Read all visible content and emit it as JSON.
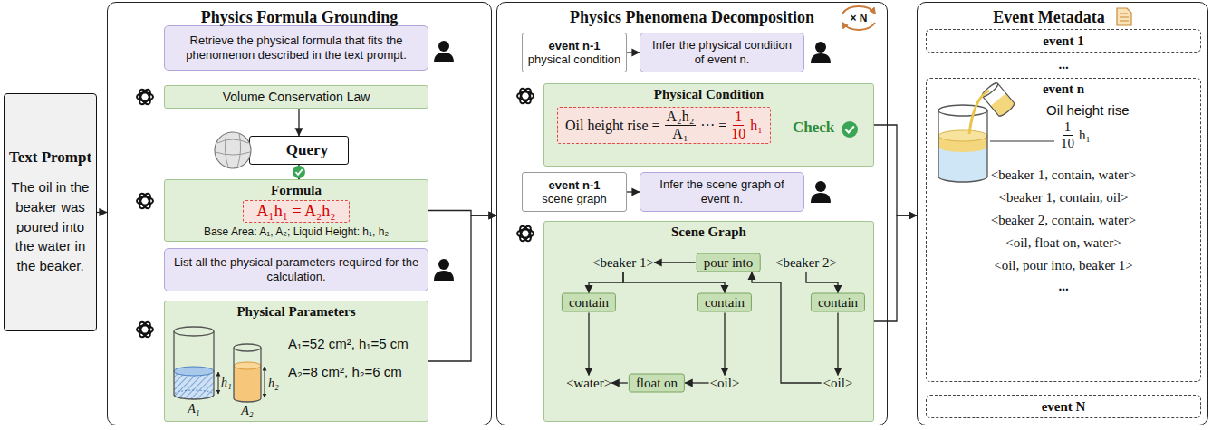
{
  "diagram": {
    "nodes": [
      {
        "text": [
          "Text Prompt",
          "The oil in the beaker was poured into the water in the beaker."
        ]
      },
      {
        "text": [
          "Physics Formula Grounding"
        ]
      },
      {
        "text": [
          "Retrieve the physical formula that fits the phenomenon described in the text prompt."
        ],
        "in": 1
      },
      {
        "text": [
          "Volume Conservation Law"
        ],
        "in": 1
      },
      {
        "text": [
          "Query"
        ],
        "in": 1
      },
      {
        "text": [
          "Formula",
          "Base Area: A₁, A₂; Liquid Height: h₁, h₂"
        ],
        "in": 1
      },
      {
        "text": [
          "A₁h₁ = A₂h₂"
        ],
        "in": 5
      },
      {
        "text": [
          "List all the physical parameters required for the calculation."
        ],
        "in": 1
      },
      {
        "text": [
          "Physical Parameters",
          "A₁=52 cm², h₁=5 cm",
          "A₂=8 cm², h₂=6 cm"
        ],
        "in": 1
      },
      {
        "text": [
          "Physics Phenomena Decomposition"
        ]
      },
      {
        "text": [
          "event n-1",
          "physical condition"
        ],
        "in": 9
      },
      {
        "text": [
          "Infer the physical condition of event n."
        ],
        "in": 9
      },
      {
        "text": [
          "Physical Condition",
          "Check"
        ],
        "in": 9
      },
      {
        "text": [
          "Oil height rise =",
          "A₂h₂",
          "A₁",
          "··· =",
          "1",
          "10",
          "h₁"
        ],
        "in": 12
      },
      {
        "text": [
          "event n-1",
          "scene graph"
        ],
        "in": 9
      },
      {
        "text": [
          "Infer the scene graph of event n."
        ],
        "in": 9
      },
      {
        "text": [
          "Scene Graph"
        ],
        "in": 9
      },
      {
        "text": [
          "<beaker 1>"
        ],
        "in": 16
      },
      {
        "text": [
          "pour into"
        ],
        "in": 16
      },
      {
        "text": [
          "<beaker 2>"
        ],
        "in": 16
      },
      {
        "text": [
          "contain"
        ],
        "in": 16
      },
      {
        "text": [
          "contain"
        ],
        "in": 16
      },
      {
        "text": [
          "contain"
        ],
        "in": 16
      },
      {
        "text": [
          "<water>"
        ],
        "in": 16
      },
      {
        "text": [
          "float on"
        ],
        "in": 16
      },
      {
        "text": [
          "<oil>"
        ],
        "in": 16
      },
      {
        "text": [
          "<oil>"
        ],
        "in": 16
      },
      {
        "text": [
          "Event Metadata"
        ]
      },
      {
        "text": [
          "event 1"
        ],
        "in": 27
      },
      {
        "text": [
          "event n",
          "Oil height rise",
          "1",
          "10",
          "h₁",
          "<beaker 1, contain, water>",
          "<beaker 1, contain, oil>",
          "<beaker 2, contain, water>",
          "<oil, float on, water>",
          "<oil, pour into, beaker 1>",
          "..."
        ],
        "in": 27
      },
      {
        "text": [
          "event N"
        ],
        "in": 27
      }
    ],
    "edges": [
      {
        "from": 0,
        "to": 1,
        "arrow": "to"
      },
      {
        "from": 3,
        "to": 4,
        "arrow": "to"
      },
      {
        "from": 4,
        "to": 5,
        "arrow": "to"
      },
      {
        "from": 5,
        "to": 9,
        "arrow": "to"
      },
      {
        "from": 8,
        "to": 9,
        "arrow": "to"
      },
      {
        "from": 10,
        "to": 11,
        "arrow": "to"
      },
      {
        "from": 14,
        "to": 15,
        "arrow": "to"
      },
      {
        "from": 12,
        "to": 27,
        "arrow": "to"
      },
      {
        "from": 16,
        "to": 27,
        "arrow": "to"
      },
      {
        "from": 17,
        "to": 20,
        "arrow": "to"
      },
      {
        "from": 17,
        "to": 21,
        "arrow": "to"
      },
      {
        "from": 19,
        "to": 22,
        "arrow": "to"
      },
      {
        "from": 20,
        "to": 23,
        "arrow": "to"
      },
      {
        "from": 21,
        "to": 25,
        "arrow": "to"
      },
      {
        "from": 22,
        "to": 26,
        "arrow": "to"
      },
      {
        "from": 25,
        "to": 24,
        "arrow": "to"
      },
      {
        "from": 24,
        "to": 23,
        "arrow": "to"
      },
      {
        "from": 26,
        "to": 18,
        "arrow": "to"
      },
      {
        "from": 18,
        "to": 17,
        "arrow": "to"
      }
    ],
    "labels": [
      "h₁",
      "A₁",
      "h₂",
      "A₂",
      "× N",
      "..."
    ]
  }
}
